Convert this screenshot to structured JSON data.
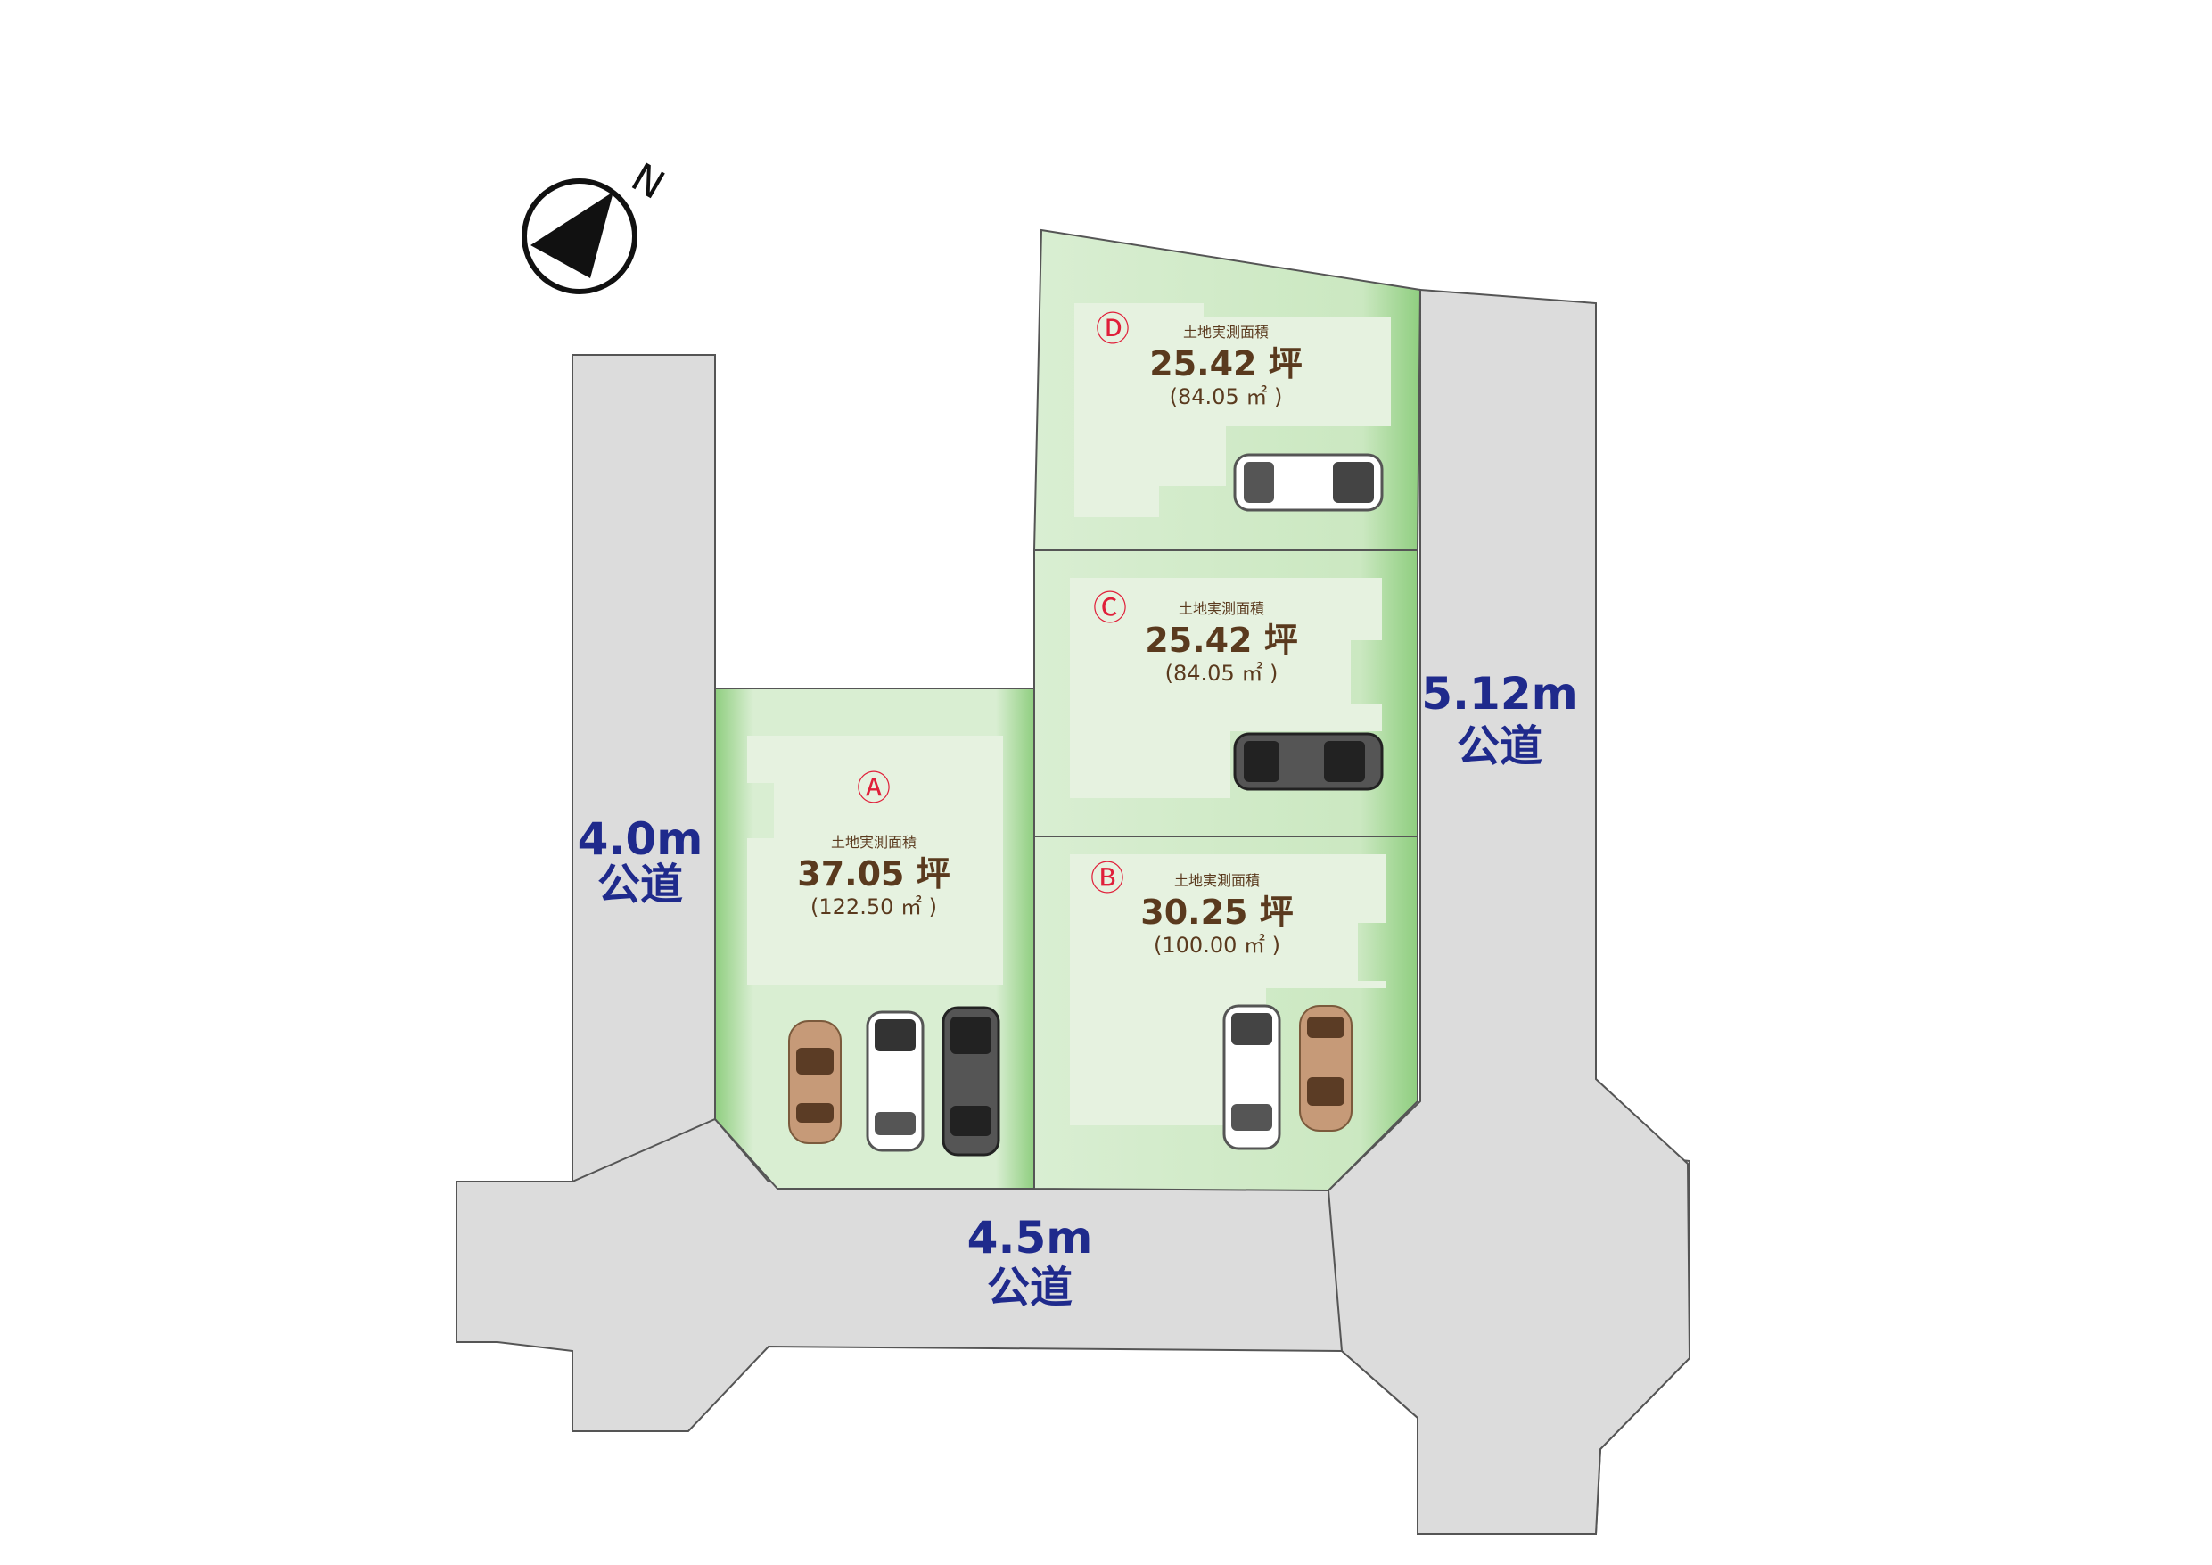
{
  "colors": {
    "road": "#dcdcdc",
    "lot_green": "#8fce7f",
    "lot_light": "#e6f2e0",
    "label_blue": "#1f2a8c",
    "label_brown": "#5a3a1e",
    "mark_red": "#e0203a"
  },
  "compass": {
    "north_label": "N",
    "icon": "compass-north-arrow"
  },
  "roads": [
    {
      "id": "west",
      "width_label": "4.0m",
      "type_label": "公道"
    },
    {
      "id": "south",
      "width_label": "4.5m",
      "type_label": "公道"
    },
    {
      "id": "east",
      "width_label": "5.12m",
      "type_label": "公道"
    }
  ],
  "lots": [
    {
      "id": "A",
      "mark": "Ⓐ",
      "caption": "土地実測面積",
      "area_tsubo": "37.05 坪",
      "area_sqm": "(122.50 ㎡ )",
      "cars": [
        "tan",
        "white",
        "black"
      ]
    },
    {
      "id": "B",
      "mark": "Ⓑ",
      "caption": "土地実測面積",
      "area_tsubo": "30.25 坪",
      "area_sqm": "(100.00 ㎡ )",
      "cars": [
        "white",
        "tan"
      ]
    },
    {
      "id": "C",
      "mark": "Ⓒ",
      "caption": "土地実測面積",
      "area_tsubo": "25.42 坪",
      "area_sqm": "(84.05 ㎡ )",
      "cars": [
        "black"
      ]
    },
    {
      "id": "D",
      "mark": "Ⓓ",
      "caption": "土地実測面積",
      "area_tsubo": "25.42 坪",
      "area_sqm": "(84.05 ㎡ )",
      "cars": [
        "white"
      ]
    }
  ]
}
